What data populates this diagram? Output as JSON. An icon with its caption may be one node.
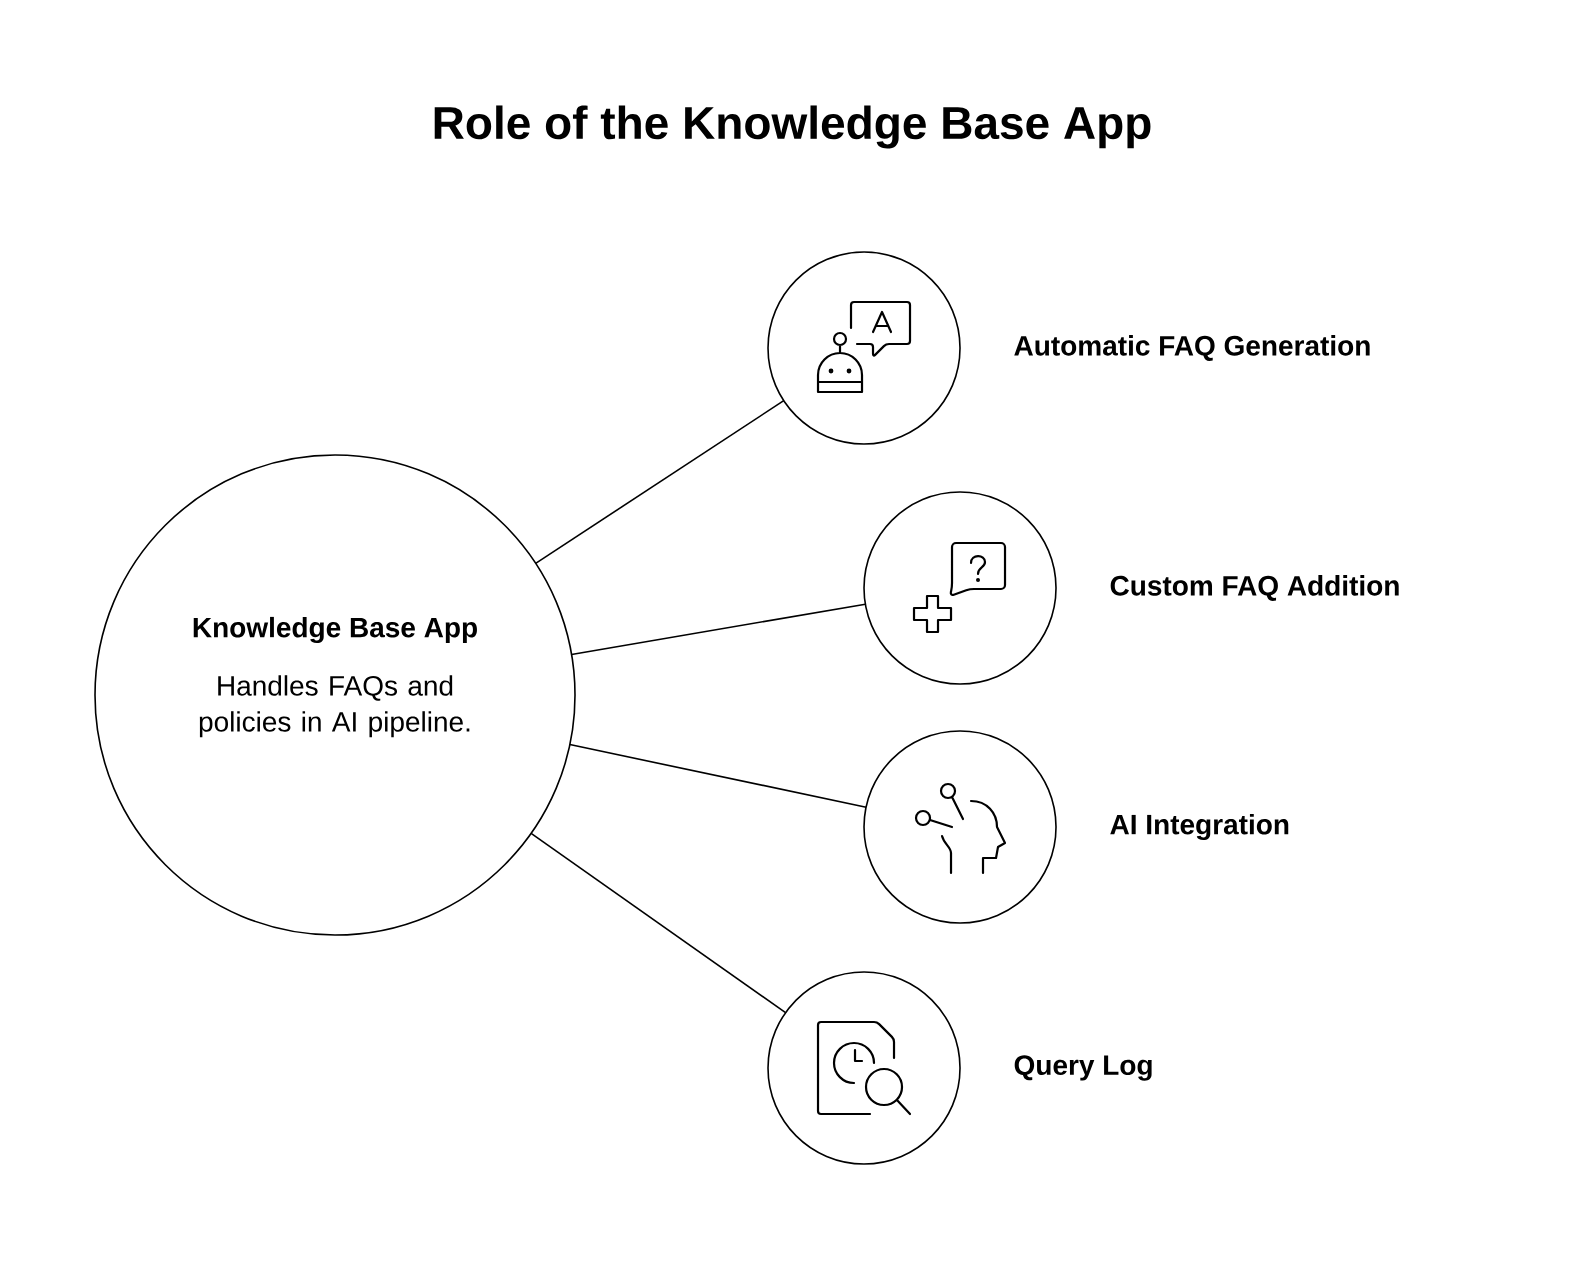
{
  "diagram": {
    "title": "Role of the Knowledge Base App",
    "nodes": [
      {
        "text": [
          "Knowledge Base App",
          "Handles FAQs and policies in AI pipeline."
        ]
      },
      {
        "text": [
          "Automatic FAQ Generation"
        ]
      },
      {
        "text": [
          "Custom FAQ Addition"
        ]
      },
      {
        "text": [
          "AI Integration"
        ]
      },
      {
        "text": [
          "Query Log"
        ]
      }
    ],
    "edges": [
      {
        "from": 0,
        "to": 1,
        "arrow": "none"
      },
      {
        "from": 0,
        "to": 2,
        "arrow": "none"
      },
      {
        "from": 0,
        "to": 3,
        "arrow": "none"
      },
      {
        "from": 0,
        "to": 4,
        "arrow": "none"
      }
    ]
  }
}
